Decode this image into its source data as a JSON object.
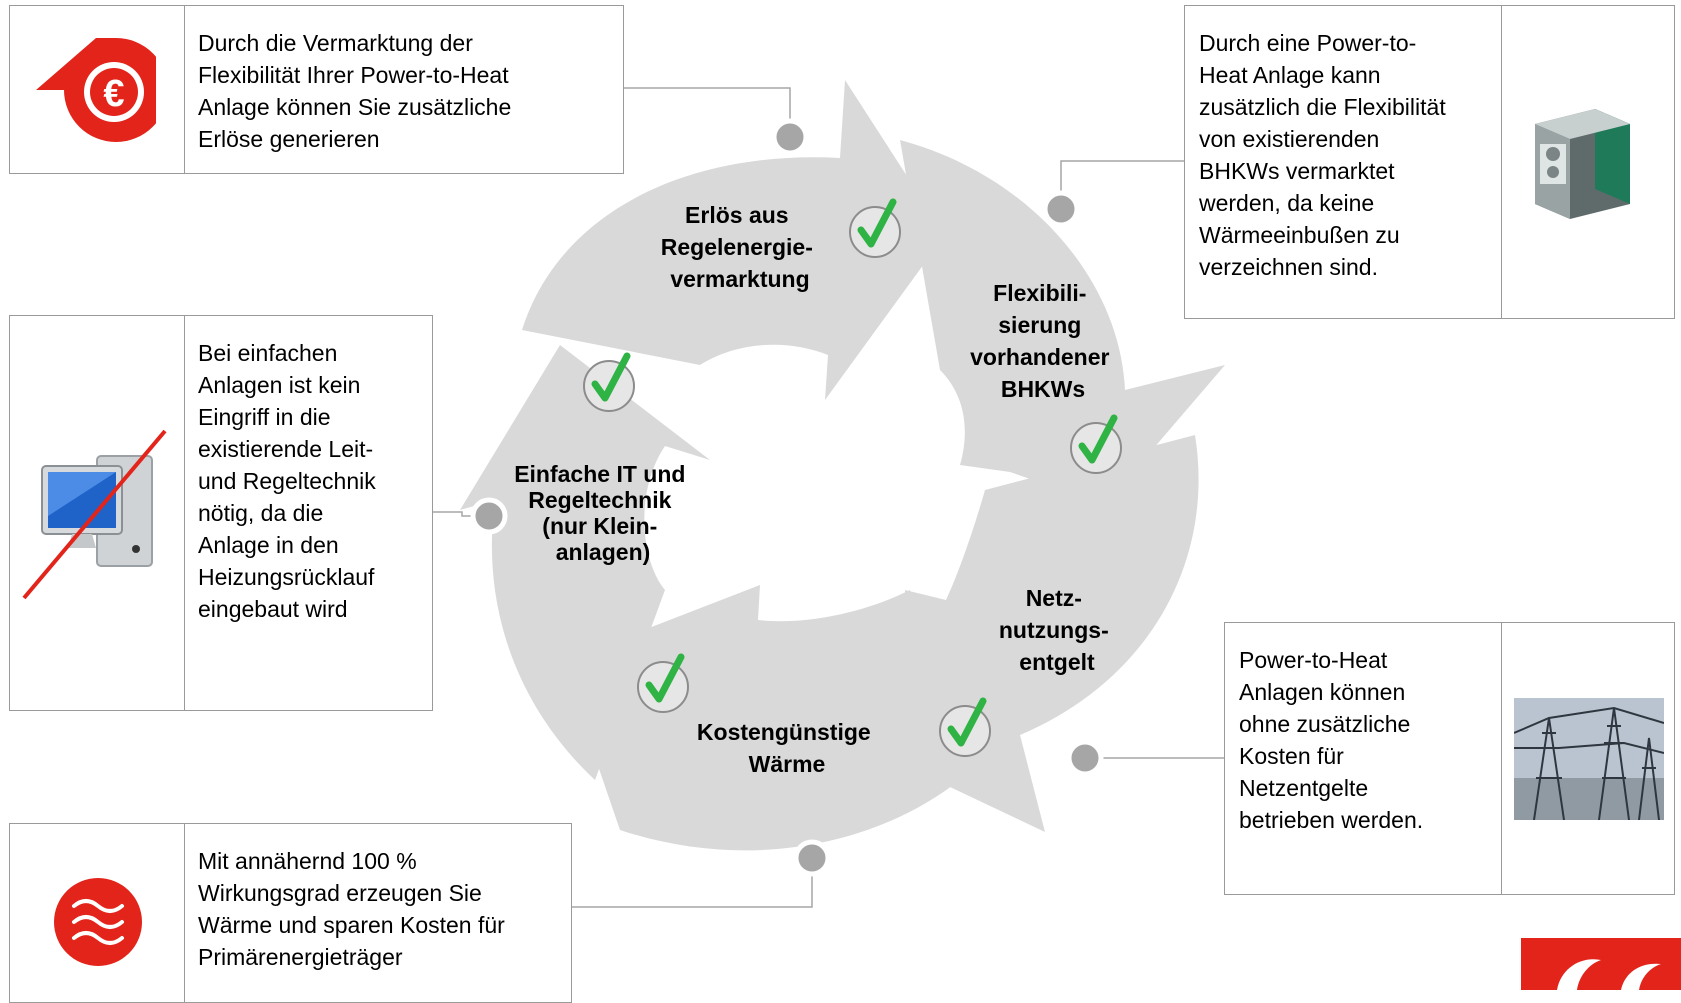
{
  "cycle": {
    "segments": [
      {
        "id": "revenue",
        "label": [
          "Erlös aus",
          "Regelenergie-",
          "vermarktung"
        ]
      },
      {
        "id": "flex",
        "label": [
          "Flexibili-",
          "sierung",
          "vorhandener",
          "BHKWs"
        ]
      },
      {
        "id": "grid",
        "label": [
          "Netz-",
          "nutzungs-",
          "entgelt"
        ]
      },
      {
        "id": "heat",
        "label": [
          "Kostengünstige",
          "Wärme"
        ]
      },
      {
        "id": "it",
        "label": [
          "Einfache IT und",
          "Regeltechnik",
          "(nur Klein-",
          "anlagen)"
        ]
      }
    ],
    "colors": {
      "arrow": "#d9d9d9",
      "connector": "#a6a6a6",
      "check": "#2fb344",
      "brand": "#e3241b"
    }
  },
  "callouts": {
    "revenue": {
      "text": "Durch die Vermarktung der\nFlexibilität Ihrer Power-to-Heat\nAnlage können Sie zusätzliche\nErlöse generieren",
      "icon": "euro-icon"
    },
    "flex": {
      "text": "Durch eine Power-to-\nHeat Anlage kann\nzusätzlich die Flexibilität\nvon existierenden\nBHKWs vermarktet\nwerden, da keine\nWärmeeinbußen zu\nverzeichnen sind.",
      "icon": "chp-unit-image"
    },
    "it": {
      "text": "Bei einfachen\nAnlagen ist kein\nEingriff in die\nexistierende Leit-\nund Regeltechnik\nnötig, da die\nAnlage in den\nHeizungsrücklauf\neingebaut wird",
      "icon": "crossed-out-computer-icon"
    },
    "grid": {
      "text": " Power-to-Heat\nAnlagen können\nohne zusätzliche\nKosten für\nNetzentgelte\nbetrieben werden.",
      "icon": "power-pylons-image"
    },
    "heat": {
      "text": "Mit annähernd 100 %\nWirkungsgrad erzeugen Sie\nWärme und sparen Kosten für\nPrimärenergieträger",
      "icon": "heat-waves-icon"
    }
  }
}
